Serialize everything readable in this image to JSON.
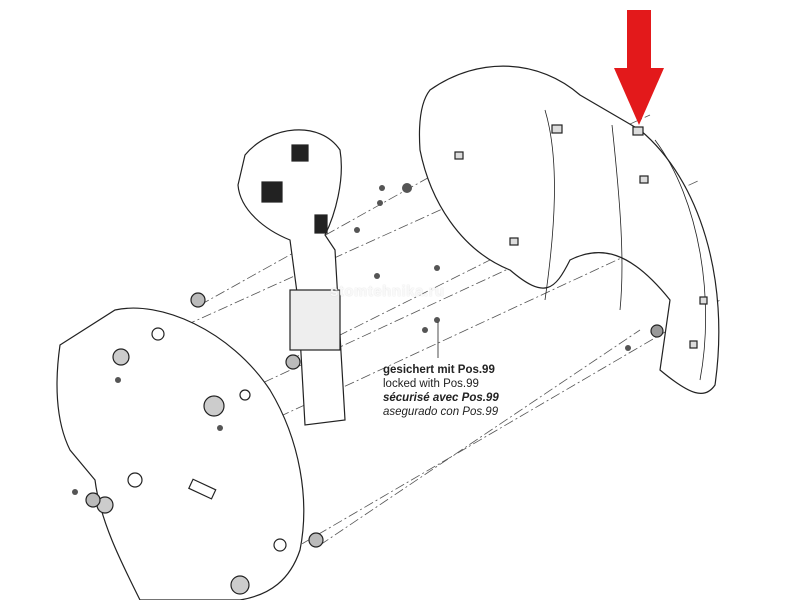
{
  "annotation": {
    "german": "gesichert mit Pos.99",
    "english": "locked with Pos.99",
    "french": "sécurisé avec Pos.99",
    "spanish": "asegurado con Pos.99"
  },
  "watermark": "stomtehnika.ru",
  "colors": {
    "arrow": "#e3191b",
    "line": "#222222"
  }
}
